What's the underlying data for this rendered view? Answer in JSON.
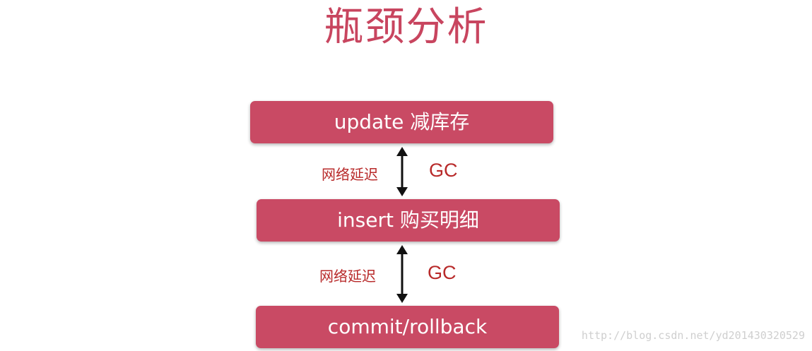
{
  "title": "瓶颈分析",
  "steps": [
    {
      "label": "update 减库存"
    },
    {
      "label": "insert 购买明细"
    },
    {
      "label": "commit/rollback"
    }
  ],
  "connectors": [
    {
      "left_label": "网络延迟",
      "right_label": "GC"
    },
    {
      "left_label": "网络延迟",
      "right_label": "GC"
    }
  ],
  "watermark": "http://blog.csdn.net/yd201430320529",
  "colors": {
    "title": "#c8455f",
    "box_fill": "#c94a64",
    "box_text": "#ffffff",
    "label_text": "#b82a2a",
    "arrow": "#111111"
  }
}
